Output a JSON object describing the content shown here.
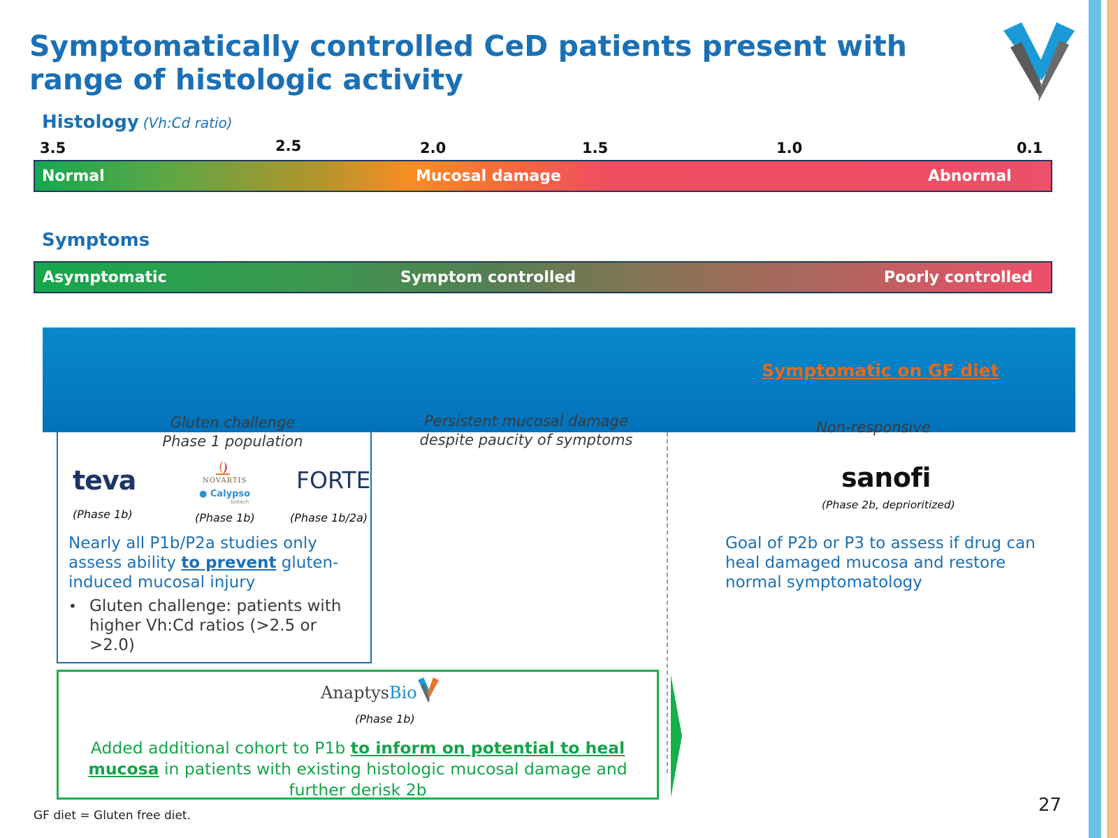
{
  "title": "Symptomatically controlled CeD patients present with range of histologic activity",
  "histology": {
    "heading": "Histology",
    "subheading": "(Vh:Cd ratio)",
    "ticks": [
      "3.5",
      "2.5",
      "2.0",
      "1.5",
      "1.0",
      "0.1"
    ],
    "bar_labels": {
      "left": "Normal",
      "middle": "Mucosal damage",
      "right": "Abnormal"
    }
  },
  "symptoms": {
    "heading": "Symptoms",
    "bar_labels": {
      "left": "Asymptomatic",
      "middle": "Symptom controlled",
      "right": "Poorly controlled"
    }
  },
  "band": {
    "link": "Symptomatic on GF diet"
  },
  "columns": {
    "left": {
      "caption_line1": "Gluten challenge",
      "caption_line2": "Phase 1 population",
      "companies": [
        {
          "name": "teva",
          "phase": "(Phase 1b)"
        },
        {
          "name": "NOVARTIS",
          "sub": "Calypso",
          "sub2": "biotech",
          "phase": "(Phase 1b)"
        },
        {
          "name": "FORTE",
          "phase": "(Phase 1b/2a)"
        }
      ],
      "text_part1": "Nearly all P1b/P2a studies only assess ability ",
      "text_emph": "to prevent",
      "text_part2": " gluten-induced mucosal injury",
      "bullet": "Gluten challenge: patients with higher Vh:Cd ratios (>2.5 or >2.0)"
    },
    "middle": {
      "caption_line1": "Persistent mucosal damage",
      "caption_line2": "despite paucity of symptoms"
    },
    "right": {
      "caption": "Non-responsive",
      "company": "sanofi",
      "phase": "(Phase 2b, deprioritized)",
      "text": "Goal of P2b or P3 to assess if drug can heal damaged mucosa and restore normal symptomatology"
    }
  },
  "anaptys": {
    "name_part1": "Anaptys",
    "name_part2": "Bio",
    "phase": "(Phase 1b)",
    "text_part1": "Added additional cohort to P1b ",
    "text_emph": "to inform on potential to heal mucosa",
    "text_part2": " in patients with existing histologic mucosal damage and further derisk 2b"
  },
  "footnote": "GF diet = Gluten free diet.",
  "page_number": "27",
  "colors": {
    "title_blue": "#1b70b5",
    "band_blue": "#0272ba",
    "link_orange": "#e86a1a",
    "green": "#1aad4c",
    "red": "#ee4f69"
  }
}
